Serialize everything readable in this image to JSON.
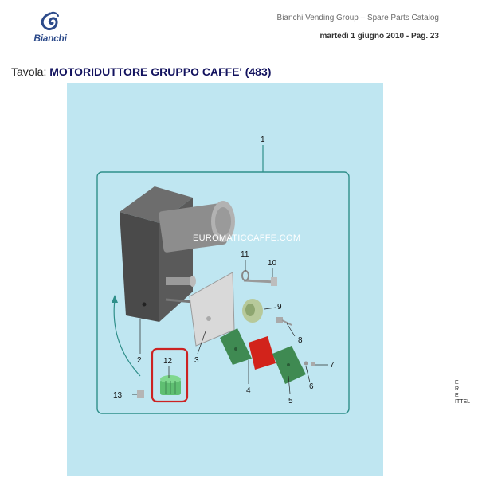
{
  "header": {
    "brand": "Bianchi",
    "company": "Bianchi Vending Group – Spare Parts Catalog",
    "date_page": "martedì 1 giugno 2010 - Pag.  23"
  },
  "table": {
    "label": "Tavola:",
    "title": "MOTORIDUTTORE GRUPPO CAFFE' (483)"
  },
  "drawing": {
    "watermark": "EUROMATICCAFFE.COM",
    "callouts": [
      "1",
      "2",
      "3",
      "4",
      "5",
      "6",
      "7",
      "8",
      "9",
      "10",
      "11",
      "12",
      "13"
    ]
  },
  "side_text": {
    "line1": "E",
    "line2": "R",
    "line3": "E",
    "line4": "ITTEL"
  },
  "colors": {
    "brand_blue": "#2c4a8a",
    "title_navy": "#12125e",
    "drawing_bg": "#bfe6f1",
    "frame_teal": "#2f8f8a",
    "highlight_red": "#cc2222",
    "part_green": "#3f8a52",
    "motor_red": "#d2231b"
  }
}
